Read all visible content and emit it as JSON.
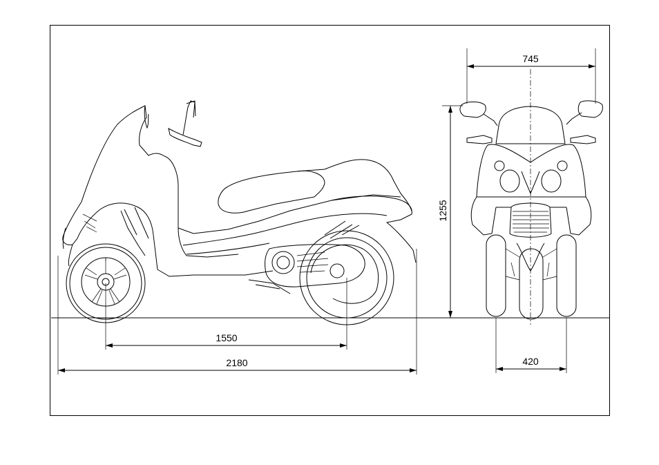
{
  "dimensions": {
    "wheelbase": "1550",
    "overall_length": "2180",
    "overall_height": "1255",
    "mirror_width": "745",
    "front_track": "420"
  }
}
